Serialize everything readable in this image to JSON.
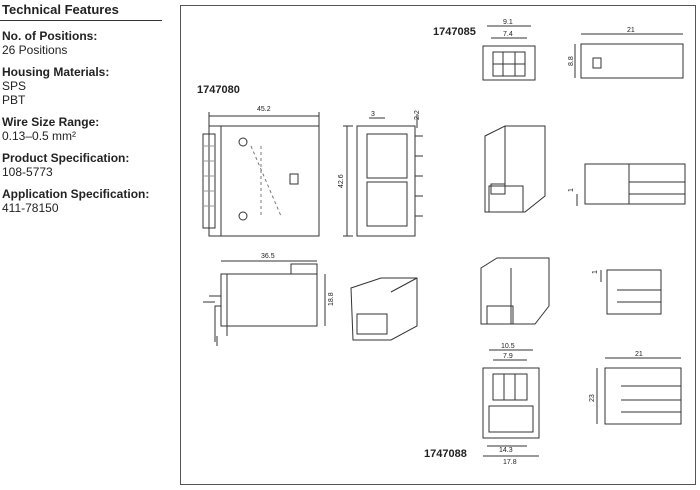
{
  "sidebar": {
    "title": "Technical Features",
    "specs": [
      {
        "label": "No. of Positions:",
        "values": [
          "26 Positions"
        ]
      },
      {
        "label": "Housing Materials:",
        "values": [
          "SPS",
          "PBT"
        ]
      },
      {
        "label": "Wire Size Range:",
        "values": [
          "0.13–0.5 mm²"
        ]
      },
      {
        "label": "Product Specification:",
        "values": [
          "108-5773"
        ]
      },
      {
        "label": "Application Specification:",
        "values": [
          "411-78150"
        ]
      }
    ]
  },
  "drawing": {
    "part_numbers": [
      "1747080",
      "1747085",
      "1747088"
    ],
    "dimensions": {
      "d45_2": "45.2",
      "d3": "3",
      "d2_2": "2.2",
      "d42_6": "42.6",
      "d36_5": "36.5",
      "d18_8": "18.8",
      "d9_1": "9.1",
      "d7_4": "7.4",
      "d21a": "21",
      "d8_8": "8.8",
      "d1a": "1",
      "d1b": "1",
      "d10_5": "10.5",
      "d7_9": "7.9",
      "d14_3": "14.3",
      "d17_8": "17.8",
      "d21b": "21",
      "d23": "23"
    }
  }
}
